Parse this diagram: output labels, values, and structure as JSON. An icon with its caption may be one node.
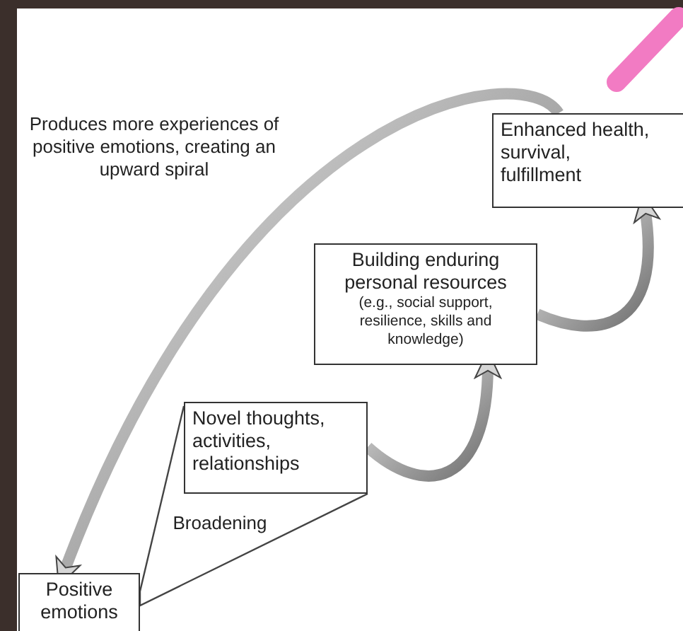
{
  "diagram": {
    "nodes": [
      {
        "text": [
          "Positive emotions"
        ]
      },
      {
        "text": [
          "Novel thoughts, activities, relationships"
        ]
      },
      {
        "text": [
          "Building enduring personal resources",
          "(e.g., social support, resilience, skills and knowledge)"
        ]
      },
      {
        "text": [
          "Enhanced health, survival, fulfillment"
        ]
      }
    ],
    "edges": [
      {
        "from": 0,
        "to": 1,
        "arrow": "none",
        "label": "Broadening"
      },
      {
        "from": 1,
        "to": 2,
        "arrow": "to",
        "style": "thick"
      },
      {
        "from": 2,
        "to": 3,
        "arrow": "to",
        "style": "thick"
      },
      {
        "from": 3,
        "to": 0,
        "arrow": "to",
        "style": "thick",
        "label": "Produces more experiences of positive emotions, creating an upward spiral"
      }
    ]
  }
}
